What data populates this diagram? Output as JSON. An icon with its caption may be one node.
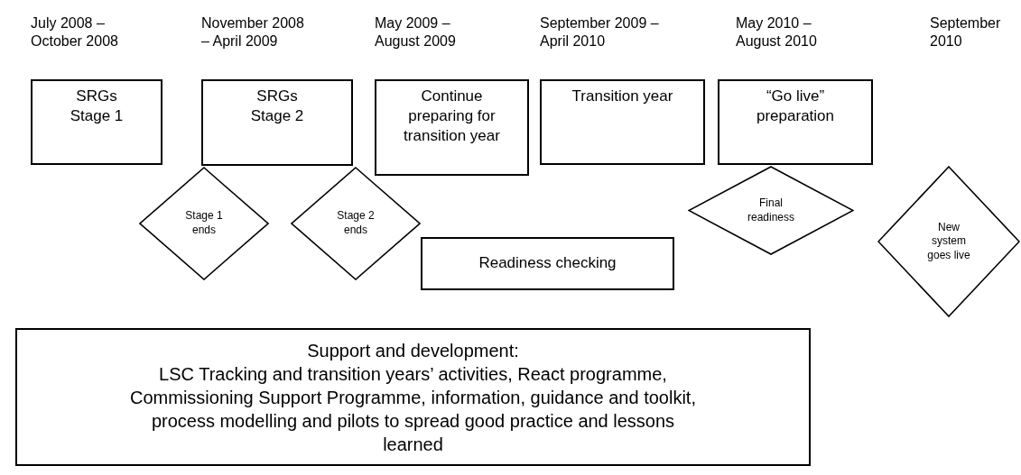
{
  "diagram": {
    "nodes": [
      {
        "text": [
          "SRGs Stage 1"
        ]
      },
      {
        "text": [
          "SRGs Stage 2"
        ]
      },
      {
        "text": [
          "Continue preparing for transition year"
        ]
      },
      {
        "text": [
          "Transition year"
        ]
      },
      {
        "text": [
          "“Go live” preparation"
        ]
      },
      {
        "text": [
          "Stage 1 ends"
        ]
      },
      {
        "text": [
          "Stage 2 ends"
        ]
      },
      {
        "text": [
          "Readiness checking"
        ]
      },
      {
        "text": [
          "Final readiness"
        ]
      },
      {
        "text": [
          "New system goes live"
        ]
      },
      {
        "text": [
          "Support and development:",
          "LSC Tracking and transition years’ activities, React programme, Commissioning Support Programme, information, guidance and toolkit, process modelling and pilots to spread good practice and lessons learned"
        ]
      }
    ],
    "labels": [
      "July 2008 – October 2008",
      "November 2008 – April 2009",
      "May 2009 – August 2009",
      "September 2009 – April 2010",
      "May 2010 – August 2010",
      "September 2010"
    ]
  }
}
